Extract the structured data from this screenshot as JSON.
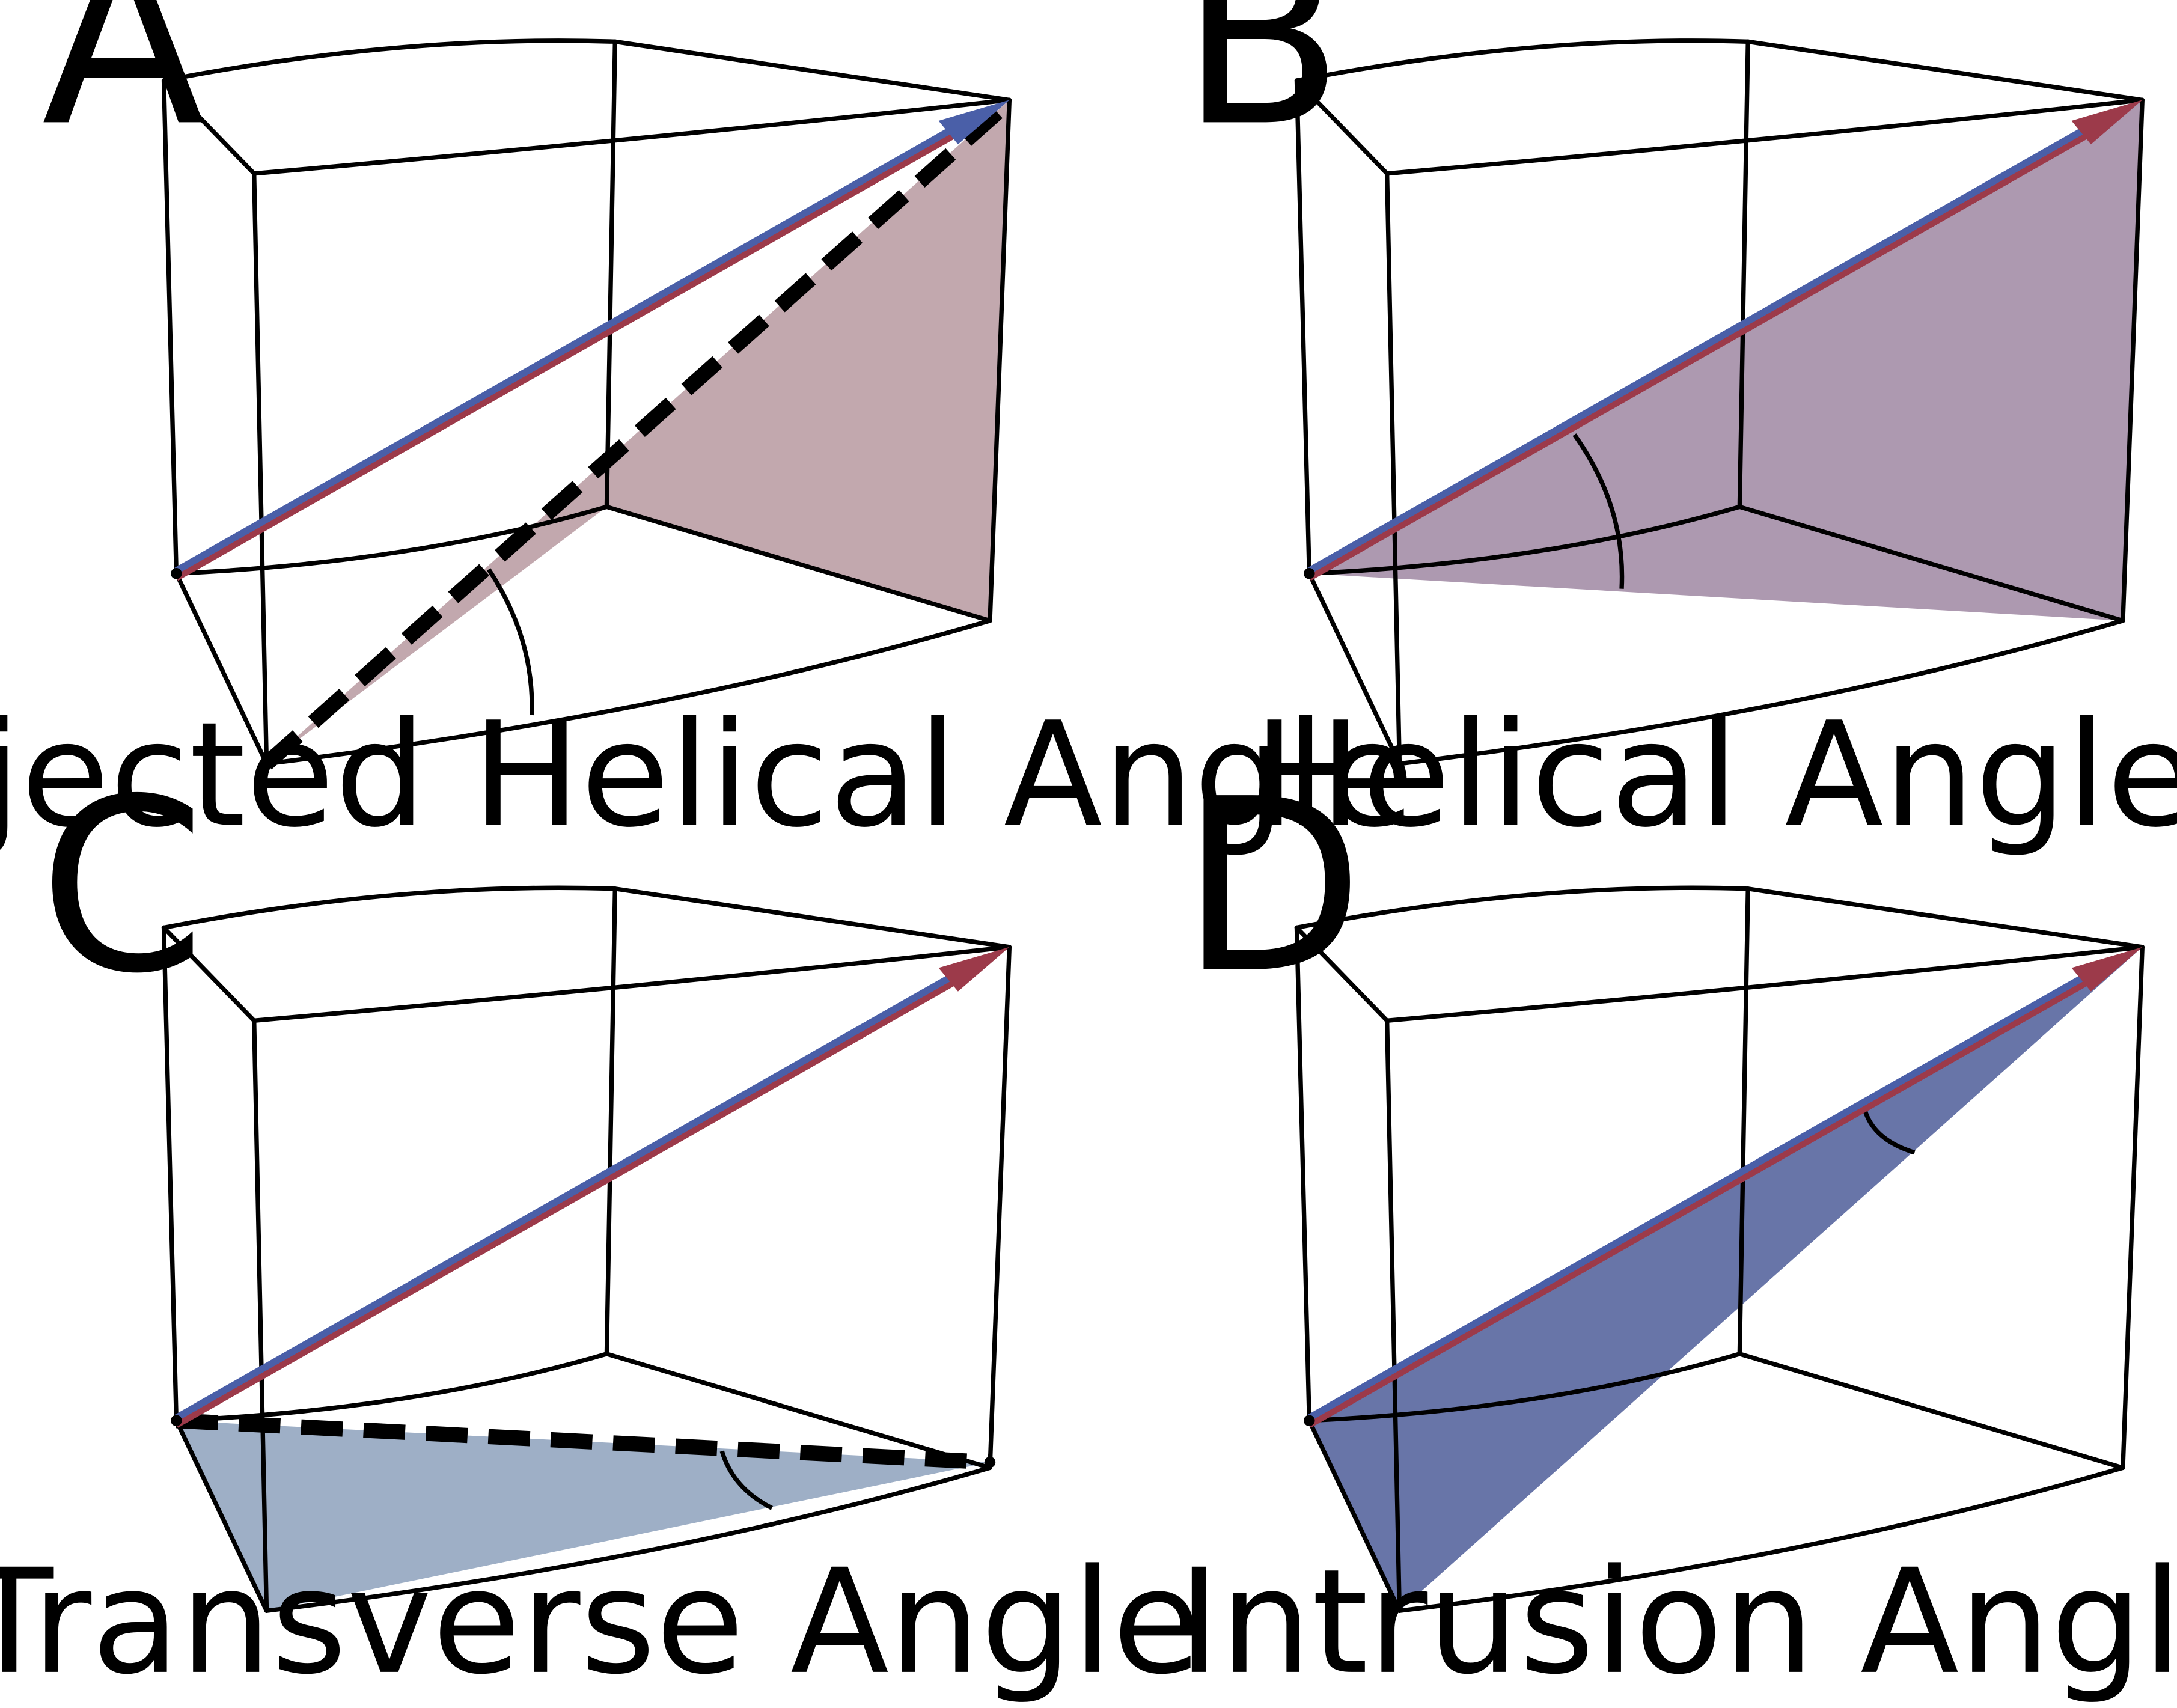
{
  "colors": {
    "pink_fill": "#c2a8ae",
    "mauve_fill": "#ad99b0",
    "light_blue_fill": "#9eafc6",
    "blue_fill": "#6875a8",
    "arrow_blue": "#4a5fa8",
    "arrow_red": "#9c3a4a"
  },
  "panels": [
    {
      "letter": "A",
      "caption": "Projected Helical Angle"
    },
    {
      "letter": "B",
      "caption": "Helical Angle"
    },
    {
      "letter": "C",
      "caption": "Transverse Angle"
    },
    {
      "letter": "D",
      "caption": "Intrusion Angle"
    }
  ]
}
